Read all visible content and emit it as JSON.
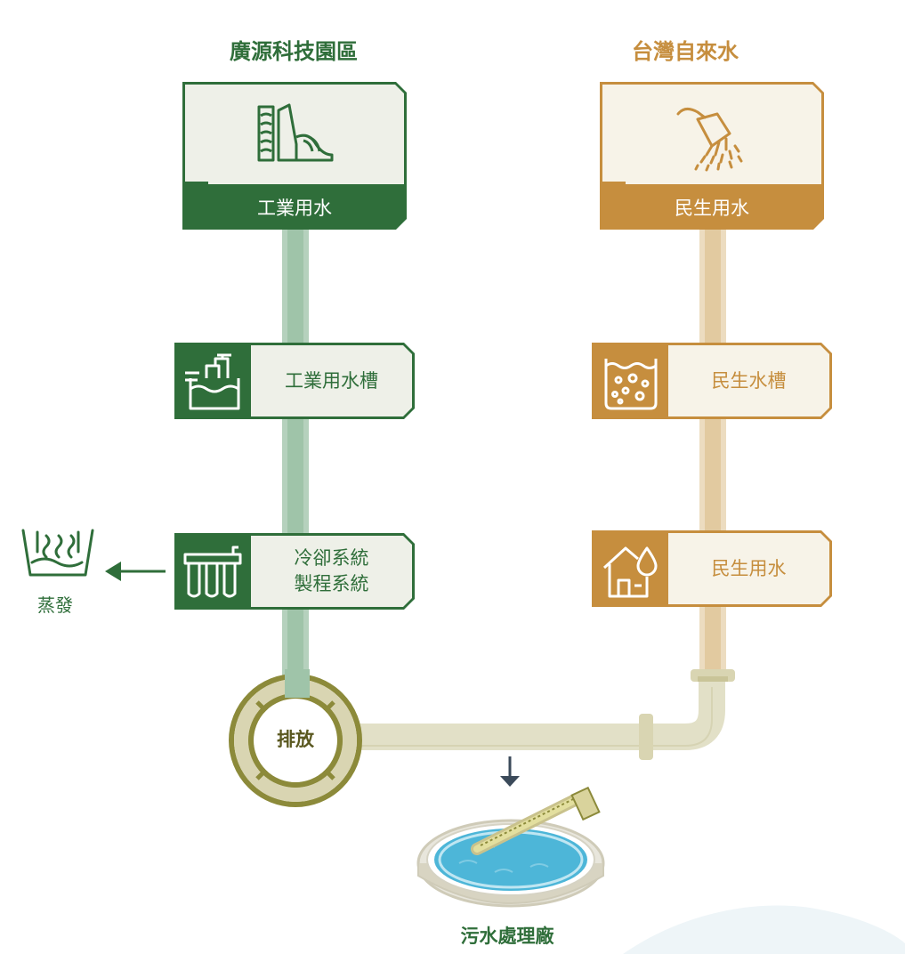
{
  "left_column": {
    "title": "廣源科技園區",
    "source_card": {
      "label": "工業用水",
      "icon": "dam-icon"
    },
    "tank_card": {
      "label": "工業用水槽",
      "icon": "water-tank-icon"
    },
    "system_card": {
      "lines": [
        "冷卻系統",
        "製程系統"
      ],
      "icon": "filter-system-icon"
    },
    "color": "#2f6e3a"
  },
  "right_column": {
    "title": "台灣自來水",
    "source_card": {
      "label": "民生用水",
      "icon": "shower-icon"
    },
    "tank_card": {
      "label": "民生水槽",
      "icon": "water-tank-bubbles-icon"
    },
    "usage_card": {
      "label": "民生用水",
      "icon": "house-water-drop-icon"
    },
    "color": "#c68e3e"
  },
  "evaporation": {
    "label": "蒸發",
    "icon": "evaporation-icon"
  },
  "discharge": {
    "label": "排放"
  },
  "treatment_plant": {
    "label": "污水處理廠",
    "icon": "sewage-treatment-plant-icon"
  }
}
